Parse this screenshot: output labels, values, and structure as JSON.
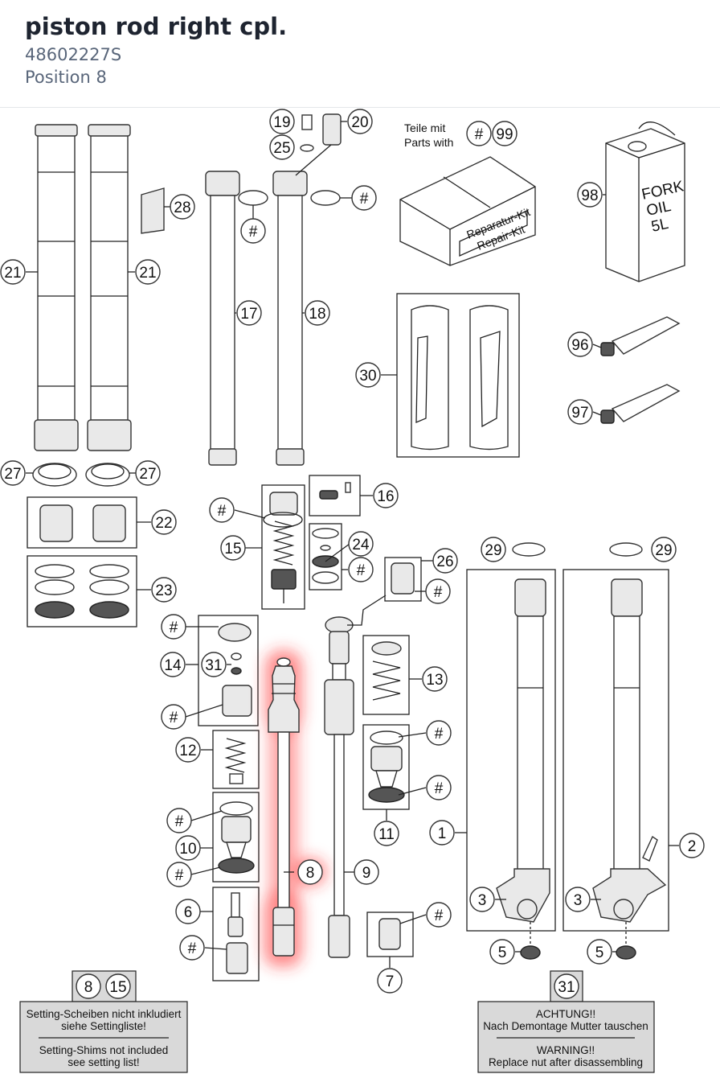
{
  "header": {
    "title": "piston rod right cpl.",
    "part_number": "48602227S",
    "position": "Position 8"
  },
  "labels": {
    "p1": "1",
    "p2": "2",
    "p3": "3",
    "p5": "5",
    "p6": "6",
    "p7": "7",
    "p8": "8",
    "p9": "9",
    "p10": "10",
    "p11": "11",
    "p12": "12",
    "p13": "13",
    "p14": "14",
    "p15": "15",
    "p16": "16",
    "p17": "17",
    "p18": "18",
    "p19": "19",
    "p20": "20",
    "p21": "21",
    "p22": "22",
    "p23": "23",
    "p24": "24",
    "p25": "25",
    "p26": "26",
    "p27": "27",
    "p28": "28",
    "p29": "29",
    "p30": "30",
    "p31": "31",
    "p96": "96",
    "p97": "97",
    "p98": "98",
    "p99": "99",
    "hash": "#"
  },
  "kit": {
    "teile_mit": "Teile mit",
    "parts_with": "Parts with",
    "box_line1": "Reparatur-Kit",
    "box_line2": "Repair-Kit"
  },
  "oil_can": {
    "line1": "FORK",
    "line2": "OIL",
    "line3": "5L"
  },
  "notes": {
    "left": {
      "line1": "Setting-Scheiben nicht inkludiert",
      "line2": "siehe Settingliste!",
      "line3": "Setting-Shims not included",
      "line4": "see setting list!"
    },
    "right": {
      "line1": "ACHTUNG!!",
      "line2": "Nach Demontage Mutter tauschen",
      "line3": "WARNING!!",
      "line4": "Replace nut after disassembling"
    }
  },
  "highlight_color": "#ff3030"
}
